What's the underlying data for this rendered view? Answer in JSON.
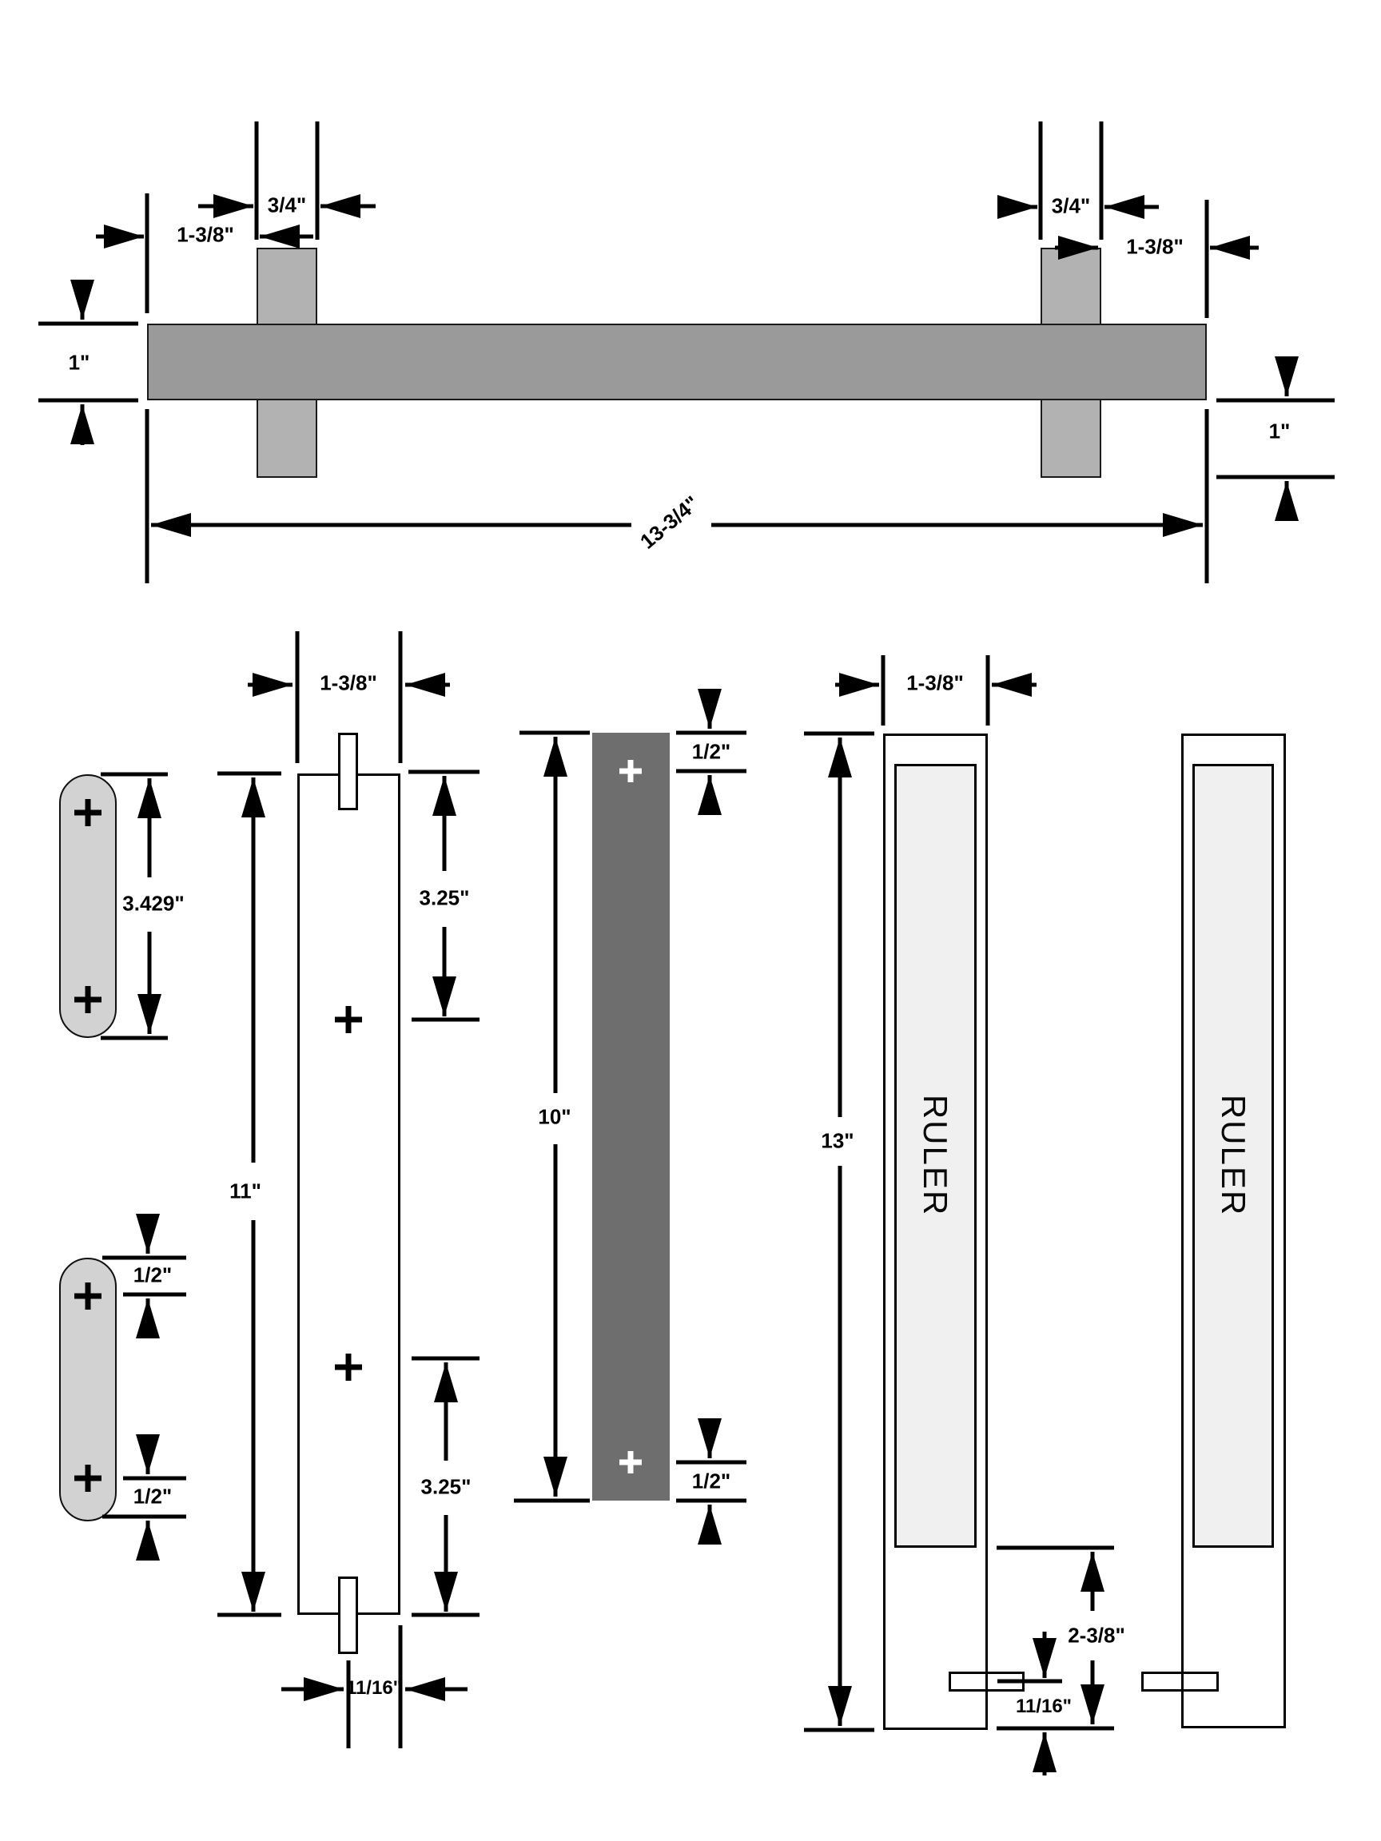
{
  "colors": {
    "background": "#ffffff",
    "bar_fill": "#9a9a9a",
    "peg_fill": "#b2b2b2",
    "pill_fill": "#d2d2d2",
    "insert_fill": "#6e6e6e",
    "ruler_window_fill": "#f0f0f0",
    "line_color": "#000000"
  },
  "top_view": {
    "bar_length": "13-3/4\"",
    "bar_thickness": "1\"",
    "peg_width_left": "3/4\"",
    "peg_width_right": "3/4\"",
    "peg_inset_left": "1-3/8\"",
    "peg_inset_right": "1-3/8\"",
    "peg_protrusion": "1\""
  },
  "slot_template": {
    "slot_length": "3.429\"",
    "hole_offset_top": "1/2\"",
    "hole_offset_bottom": "1/2\""
  },
  "body": {
    "width": "1-3/8\"",
    "length": "11\"",
    "hole_from_top": "3.25\"",
    "hole_from_bottom": "3.25\"",
    "notch_offset": "11/16\""
  },
  "insert": {
    "length": "10\"",
    "hole_offset_top": "1/2\"",
    "hole_offset_bottom": "1/2\""
  },
  "rulers": {
    "width": "1-3/8\"",
    "length": "13\"",
    "window_to_end": "2-3/8\"",
    "notch_to_end": "11/16\"",
    "left_label": "RULER",
    "right_label": "RULER"
  }
}
